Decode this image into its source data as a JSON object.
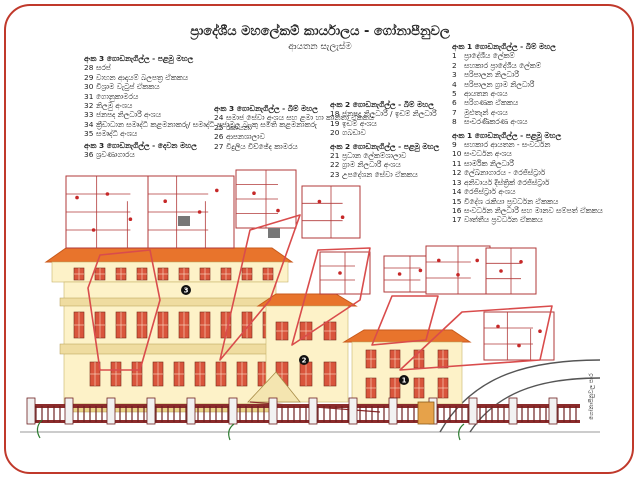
{
  "header": {
    "title": "ප්‍රාදේශීය මහලේකම් කාර්යාලය - ගෝනාපීනුවල",
    "subtitle": "ආයතන සැලැස්ම"
  },
  "left_column": {
    "sections": [
      {
        "heading": "අංක 3 ගොඩනැගිල්ල - පළමු මහල",
        "items": [
          {
            "num": "28",
            "label": "සරප්"
          },
          {
            "num": "29",
            "label": "වාහන ආදායම් බලපත්‍ර ඒකකය"
          },
          {
            "num": "30",
            "label": "විශ්‍රාම වැටුප් ඒකකය"
          },
          {
            "num": "31",
            "label": "ගොනුකාමරය"
          },
          {
            "num": "32",
            "label": "නිලමු අංශය"
          },
          {
            "num": "33",
            "label": "ජනපද නිලධාරී අංශය"
          },
          {
            "num": "34",
            "label": "ක්‍රීඩාධාන සමෘද්ධි කළමනාකරු/ සමෘද්ධි ප්‍රජාමූල බැංකු සමිති කළමනාකරු"
          },
          {
            "num": "35",
            "label": "සමෘද්ධි අංශය"
          }
        ]
      },
      {
        "heading": "අංක 3 ගොඩනැගිල්ල - දෙවන මහල",
        "items": [
          {
            "num": "36",
            "label": "ශ්‍රවණාගාරය"
          }
        ]
      }
    ]
  },
  "middle_left": {
    "heading": "අංක 3 ගොඩනැගිල්ල - බිම් මහල",
    "items": [
      {
        "num": "24",
        "label": "සමාජ සේවා අංශය සහ ළමා හා කාන්තා ඒකකය"
      },
      {
        "num": "25",
        "label": "රසායනා"
      },
      {
        "num": "26",
        "label": "ආපනශාලාව"
      },
      {
        "num": "27",
        "label": "විදුලිය විච්ඡේද කාමරය"
      }
    ]
  },
  "middle_right": {
    "sections": [
      {
        "heading": "අංක 2 ගොඩනැගිල්ල - බිම් මහල",
        "items": [
          {
            "num": "18",
            "label": "ජනපද නිලධාරී / ඉඩම් නිලධාරී"
          },
          {
            "num": "19",
            "label": "ඉඩම් අංශය"
          },
          {
            "num": "20",
            "label": "ගබඩාව"
          }
        ]
      },
      {
        "heading": "අංක 2 ගොඩනැගිල්ල - පළමු මහල",
        "items": [
          {
            "num": "21",
            "label": "ප්‍රධාන ලේකම්ශාලාව"
          },
          {
            "num": "22",
            "label": "ග්‍රාම නිලධාරී අංශය"
          },
          {
            "num": "23",
            "label": "උපදේශන සේවා ඒකකය"
          }
        ]
      }
    ]
  },
  "right_column": {
    "sections": [
      {
        "heading": "අංක 1 ගොඩනැගිල්ල - බිම් මහල",
        "items": [
          {
            "num": "1",
            "label": "ප්‍රාදේශීය ලේකම්"
          },
          {
            "num": "2",
            "label": "සහකාර ප්‍රාදේශීය ලේකම්"
          },
          {
            "num": "3",
            "label": "පරිපාලන නිලධාරී"
          },
          {
            "num": "4",
            "label": "පරිපාලන ග්‍රාම නිලධාරී"
          },
          {
            "num": "5",
            "label": "ආයතන අංශය"
          },
          {
            "num": "6",
            "label": "පරිගණක ඒකකය"
          },
          {
            "num": "7",
            "label": "මුළුතැන් අංශය"
          },
          {
            "num": "8",
            "label": "සංචරණීකරණ අංශය"
          }
        ]
      },
      {
        "heading": "අංක 1 ගොඩනැගිල්ල - පළමු මහල",
        "items": [
          {
            "num": "9",
            "label": "සහකාර ආයතන - සංවර්ධන"
          },
          {
            "num": "10",
            "label": "සංවර්ධන අංශය"
          },
          {
            "num": "11",
            "label": "සාර්මික නිලධාරී"
          },
          {
            "num": "12",
            "label": "ලේඛනාගාරය - රෙජිස්ට්‍රාර්"
          },
          {
            "num": "13",
            "label": "අනිවාර්ය දිස්ත්‍රික් රෙජිස්ට්‍රාර්"
          },
          {
            "num": "14",
            "label": "රෙජිස්ට්‍රාර් අංශය"
          },
          {
            "num": "15",
            "label": "විදේශ රැකියා ප්‍රවර්ධන ඒකකය"
          },
          {
            "num": "16",
            "label": "සංවර්ධන නිලධාරී සහ මානව සම්පත් ඒකකය"
          },
          {
            "num": "17",
            "label": "වෘත්තීය ප්‍රවර්ධන ඒකකය"
          }
        ]
      }
    ]
  },
  "building_markers": [
    "1",
    "2",
    "3"
  ],
  "roadside_text": "ගෝනාපීනුවල පාර",
  "colors": {
    "border": "#c0392b",
    "roof": "#e8742c",
    "roof_dark": "#c85a1c",
    "wall": "#fdf2c8",
    "wall_dark": "#f5e3a2",
    "window": "#d9553c",
    "callout": "#d94c4c",
    "plan_line": "#b23a3a",
    "fence": "#8b2b2b"
  }
}
